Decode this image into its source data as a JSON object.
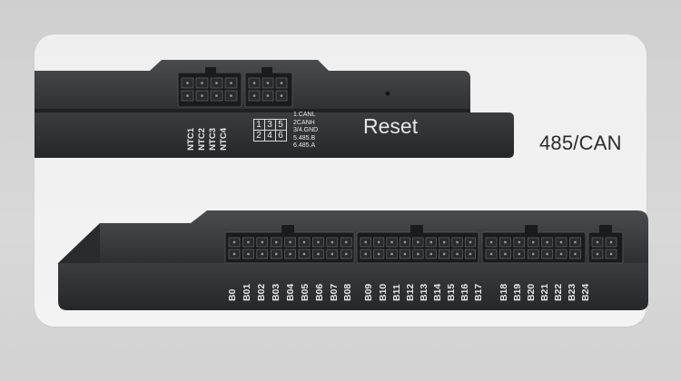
{
  "product_image": {
    "side_label": "485/CAN",
    "top_device": {
      "reset_label": "Reset",
      "ntc_labels": [
        "NTC1",
        "NTC2",
        "NTC3",
        "NTC4"
      ],
      "pin_grid": [
        "1",
        "3",
        "5",
        "2",
        "4",
        "6"
      ],
      "pin_legend": [
        "1.CANL",
        "2CANH",
        "3/4.GND",
        "5.485.B",
        "6.485.A"
      ]
    },
    "bottom_device": {
      "group1_labels": [
        "B0",
        "B01",
        "B02",
        "B03",
        "B04",
        "B05",
        "B06",
        "B07",
        "B08"
      ],
      "group2_labels": [
        "B09",
        "B10",
        "B11",
        "B12",
        "B13",
        "B14",
        "B15",
        "B16",
        "B17"
      ],
      "group3_labels": [
        "B18",
        "B19",
        "B20",
        "B21",
        "B22",
        "B23",
        "B24"
      ]
    },
    "colors": {
      "device_body": "#3a3b3d",
      "device_face": "#2e2f31",
      "connector": "#1c1d1f",
      "card": "#f1f1f1"
    }
  }
}
